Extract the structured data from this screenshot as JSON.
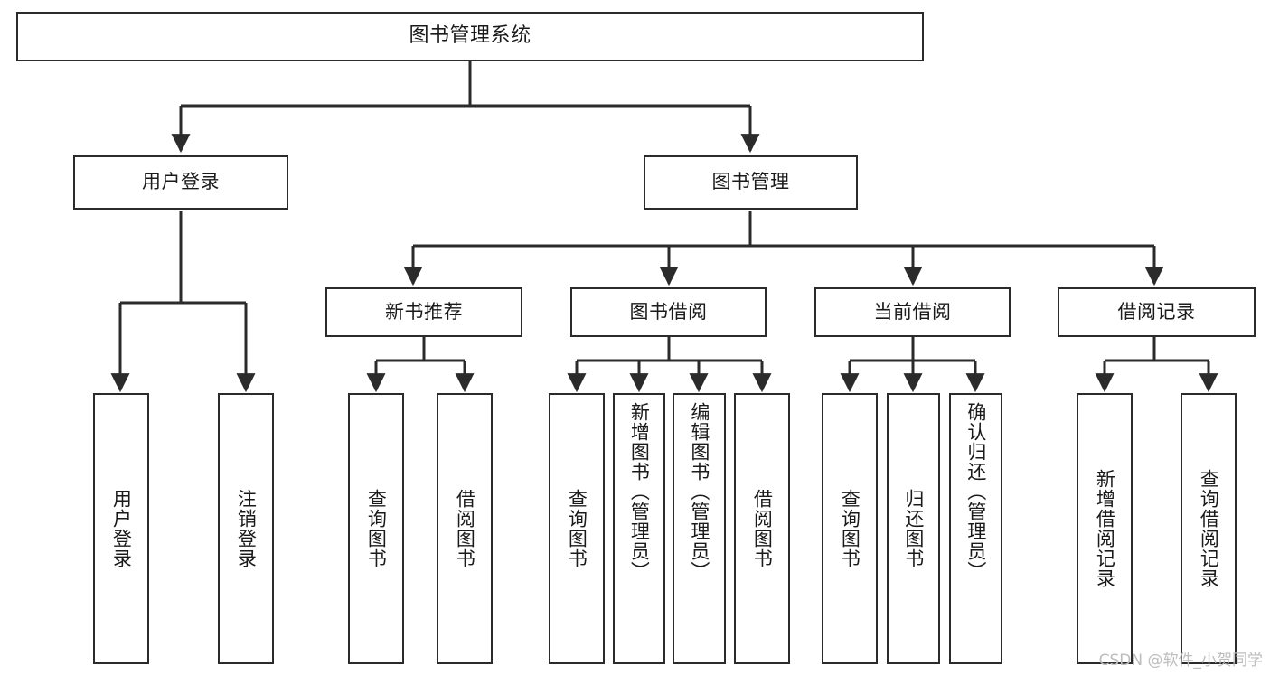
{
  "diagram": {
    "type": "tree",
    "title": "图书管理系统",
    "watermark": "CSDN @软件_小贺同学",
    "colors": {
      "box_border": "#2b2b2b",
      "box_fill": "#ffffff",
      "edge": "#2b2b2b",
      "text": "#1a1a1a",
      "watermark": "#bdbdbd"
    },
    "levels": {
      "root": [
        "图书管理系统"
      ],
      "level2": [
        "用户登录",
        "图书管理"
      ],
      "level3": [
        "新书推荐",
        "图书借阅",
        "当前借阅",
        "借阅记录"
      ],
      "leaves": [
        "用户登录",
        "注销登录",
        "查询图书",
        "借阅图书",
        "查询图书",
        "新增图书（管理员）",
        "编辑图书（管理员）",
        "借阅图书",
        "查询图书",
        "归还图书",
        "确认归还（管理员）",
        "新增借阅记录",
        "查询借阅记录"
      ]
    },
    "nodes": {
      "root": {
        "label": "图书管理系统"
      },
      "user_login": {
        "label": "用户登录"
      },
      "book_manage": {
        "label": "图书管理"
      },
      "new_book_rec": {
        "label": "新书推荐"
      },
      "book_borrow": {
        "label": "图书借阅"
      },
      "current_borrow": {
        "label": "当前借阅"
      },
      "borrow_record": {
        "label": "借阅记录"
      },
      "leaf_user_login": {
        "label": "用户登录"
      },
      "leaf_logout": {
        "label": "注销登录"
      },
      "leaf_query_book_a": {
        "label": "查询图书"
      },
      "leaf_borrow_book_a": {
        "label": "借阅图书"
      },
      "leaf_query_book_b": {
        "label": "查询图书"
      },
      "leaf_add_book": {
        "label": "新增图书（管理员）"
      },
      "leaf_edit_book": {
        "label": "编辑图书（管理员）"
      },
      "leaf_borrow_book_b": {
        "label": "借阅图书"
      },
      "leaf_query_book_c": {
        "label": "查询图书"
      },
      "leaf_return_book": {
        "label": "归还图书"
      },
      "leaf_confirm_return": {
        "label": "确认归还（管理员）"
      },
      "leaf_add_record": {
        "label": "新增借阅记录"
      },
      "leaf_query_record": {
        "label": "查询借阅记录"
      }
    }
  }
}
